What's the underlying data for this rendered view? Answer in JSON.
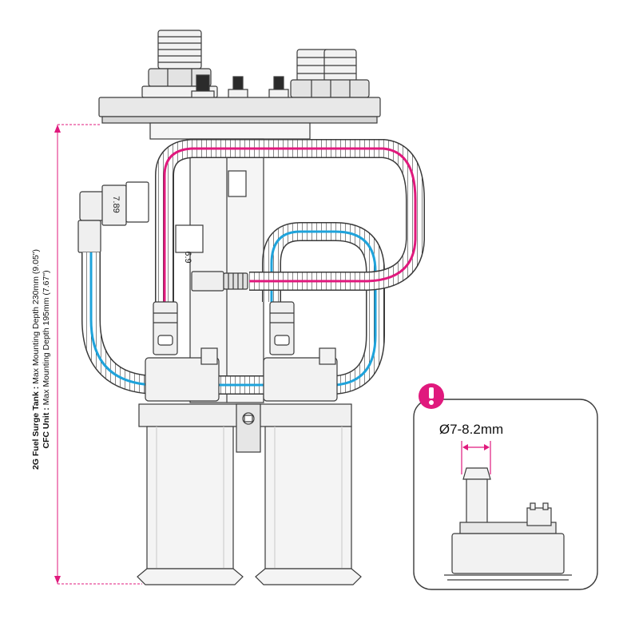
{
  "colors": {
    "accent_pink": "#e0197d",
    "accent_blue": "#1fa3db",
    "outline": "#3a3a3a",
    "fill_light": "#f2f2f2",
    "fill_mid": "#e3e3e3"
  },
  "dimension_caption": {
    "line1_bold": "2G Fuel Surge Tank :",
    "line1_rest": " Max Mounting Depth 230mm (9.05\")",
    "line2_bold": "CFC Unit :",
    "line2_rest": " Max Mounting Depth 195mm (7.67\")"
  },
  "callout": {
    "icon": "exclamation-icon",
    "diameter_label": "Ø7-8.2mm"
  },
  "part_markings": {
    "connector_marking_a": "7.89",
    "connector_marking_b": "6.9"
  }
}
